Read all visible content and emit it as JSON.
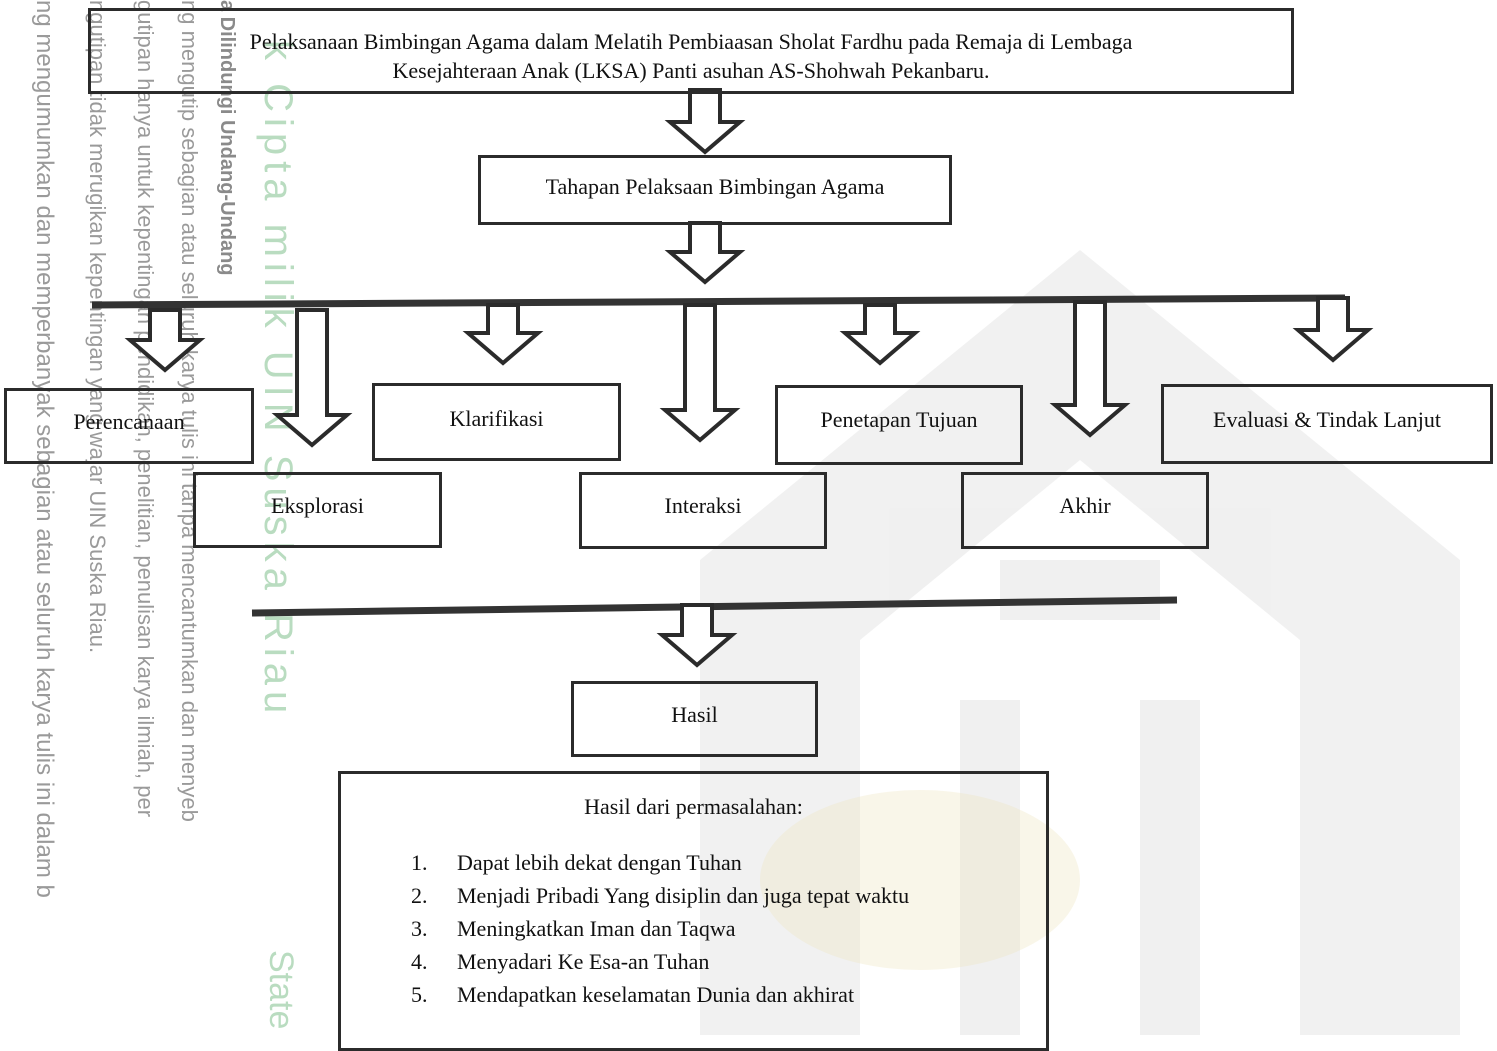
{
  "diagram": {
    "title_line1": "Pelaksanaan Bimbingan Agama dalam Melatih Pembiaasan Sholat Fardhu pada Remaja di Lembaga",
    "title_line2": "Kesejahteraan Anak (LKSA)  Panti asuhan AS-Shohwah Pekanbaru.",
    "stage_box": "Tahapan Pelaksaan Bimbingan Agama",
    "steps": {
      "perencanaan": "Perencanaan",
      "eksplorasi": "Eksplorasi",
      "klarifikasi": "Klarifikasi",
      "interaksi": "Interaksi",
      "penetapan": "Penetapan Tujuan",
      "akhir": "Akhir",
      "evaluasi": "Evaluasi & Tindak Lanjut"
    },
    "result_box": "Hasil",
    "outcome": {
      "title": "Hasil dari permasalahan:",
      "items": [
        {
          "num": "1.",
          "text": "Dapat lebih dekat dengan Tuhan"
        },
        {
          "num": "2.",
          "text": "Menjadi Pribadi Yang disiplin dan juga tepat waktu"
        },
        {
          "num": "3.",
          "text": "Meningkatkan Iman dan Taqwa"
        },
        {
          "num": "4.",
          "text": "Menyadari Ke Esa-an Tuhan"
        },
        {
          "num": "5.",
          "text": "Mendapatkan keselamatan Dunia dan akhirat"
        }
      ]
    }
  },
  "watermark": {
    "lines": [
      "ng mengumumkan dan memperbanyak sebagian atau seluruh karya tulis ini dalam b",
      "ngutipan tidak merugikan kepentingan yang wajar UIN Suska Riau.",
      "gutipan hanya untuk kepentingan pendidikan, penelitian, penulisan karya ilmiah, per",
      "ng mengutip sebagian atau seluruh karya tulis ini tanpa mencantumkan dan menyeb",
      "a Dilindungi Undang-Undang"
    ],
    "hak_cipta": "k Cipta milik UIN Suska Riau",
    "state": "State"
  },
  "colors": {
    "border": "#2b2b2b",
    "watermark_text": "#9a9a9a",
    "watermark_green": "#b9dcc0",
    "watermark_gold": "#efe6c0"
  }
}
